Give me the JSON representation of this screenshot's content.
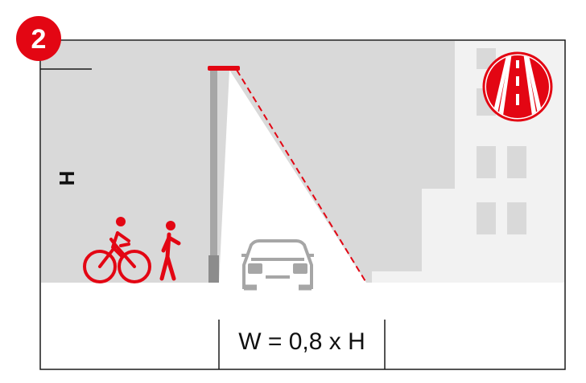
{
  "step_badge": {
    "number": "2",
    "color": "#e30613"
  },
  "height_label": "H",
  "formula": "W = 0,8 x H",
  "colors": {
    "accent": "#e30613",
    "background_gray": "#d9d9d9",
    "building_light": "#f0f0f0",
    "pole_gray": "#a6a6a6",
    "frame": "#1a1a1a"
  },
  "icons": {
    "cyclist": "cyclist-icon",
    "pedestrian": "pedestrian-icon",
    "car": "car-front-icon",
    "road": "road-icon",
    "street_lamp": "street-lamp-icon"
  }
}
